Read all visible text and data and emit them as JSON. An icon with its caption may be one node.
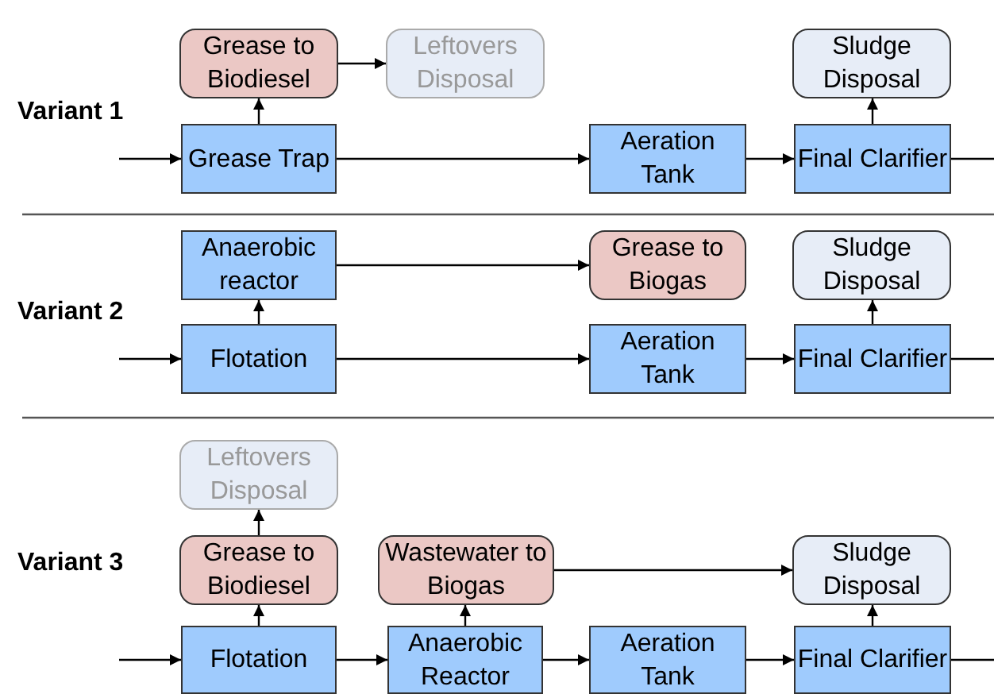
{
  "diagram": {
    "nodes": [
      {
        "text": [
          "Grease to Biodiesel"
        ]
      },
      {
        "text": [
          "Leftovers Disposal"
        ]
      },
      {
        "text": [
          "Sludge Disposal"
        ]
      },
      {
        "text": [
          "Grease Trap"
        ]
      },
      {
        "text": [
          "Aeration Tank"
        ]
      },
      {
        "text": [
          "Final Clarifier"
        ]
      },
      {
        "text": [
          "Anaerobic reactor"
        ]
      },
      {
        "text": [
          "Grease to Biogas"
        ]
      },
      {
        "text": [
          "Sludge Disposal"
        ]
      },
      {
        "text": [
          "Flotation"
        ]
      },
      {
        "text": [
          "Aeration Tank"
        ]
      },
      {
        "text": [
          "Final Clarifier"
        ]
      },
      {
        "text": [
          "Leftovers Disposal"
        ]
      },
      {
        "text": [
          "Grease to Biodiesel"
        ]
      },
      {
        "text": [
          "Wastewater to Biogas"
        ]
      },
      {
        "text": [
          "Sludge Disposal"
        ]
      },
      {
        "text": [
          "Flotation"
        ]
      },
      {
        "text": [
          "Anaerobic Reactor"
        ]
      },
      {
        "text": [
          "Aeration Tank"
        ]
      },
      {
        "text": [
          "Final Clarifier"
        ]
      }
    ],
    "edges": [
      {
        "from": null,
        "to": 3,
        "arrow": "to"
      },
      {
        "from": 3,
        "to": 0,
        "arrow": "to"
      },
      {
        "from": 0,
        "to": 1,
        "arrow": "to"
      },
      {
        "from": 3,
        "to": 4,
        "arrow": "to"
      },
      {
        "from": 4,
        "to": 5,
        "arrow": "to"
      },
      {
        "from": 5,
        "to": 2,
        "arrow": "to"
      },
      {
        "from": 5,
        "to": null,
        "arrow": "none"
      },
      {
        "from": null,
        "to": 9,
        "arrow": "to"
      },
      {
        "from": 9,
        "to": 6,
        "arrow": "to"
      },
      {
        "from": 6,
        "to": 7,
        "arrow": "to"
      },
      {
        "from": 9,
        "to": 10,
        "arrow": "to"
      },
      {
        "from": 10,
        "to": 11,
        "arrow": "to"
      },
      {
        "from": 11,
        "to": 8,
        "arrow": "to"
      },
      {
        "from": 11,
        "to": null,
        "arrow": "none"
      },
      {
        "from": null,
        "to": 16,
        "arrow": "to"
      },
      {
        "from": 16,
        "to": 13,
        "arrow": "to"
      },
      {
        "from": 13,
        "to": 12,
        "arrow": "to"
      },
      {
        "from": 16,
        "to": 17,
        "arrow": "to"
      },
      {
        "from": 17,
        "to": 14,
        "arrow": "to"
      },
      {
        "from": 14,
        "to": 15,
        "arrow": "to"
      },
      {
        "from": 17,
        "to": 18,
        "arrow": "to"
      },
      {
        "from": 18,
        "to": 19,
        "arrow": "to"
      },
      {
        "from": 19,
        "to": 15,
        "arrow": "to"
      },
      {
        "from": 19,
        "to": null,
        "arrow": "none"
      }
    ],
    "labels": [
      "Variant 1",
      "Variant 2",
      "Variant 3"
    ]
  }
}
